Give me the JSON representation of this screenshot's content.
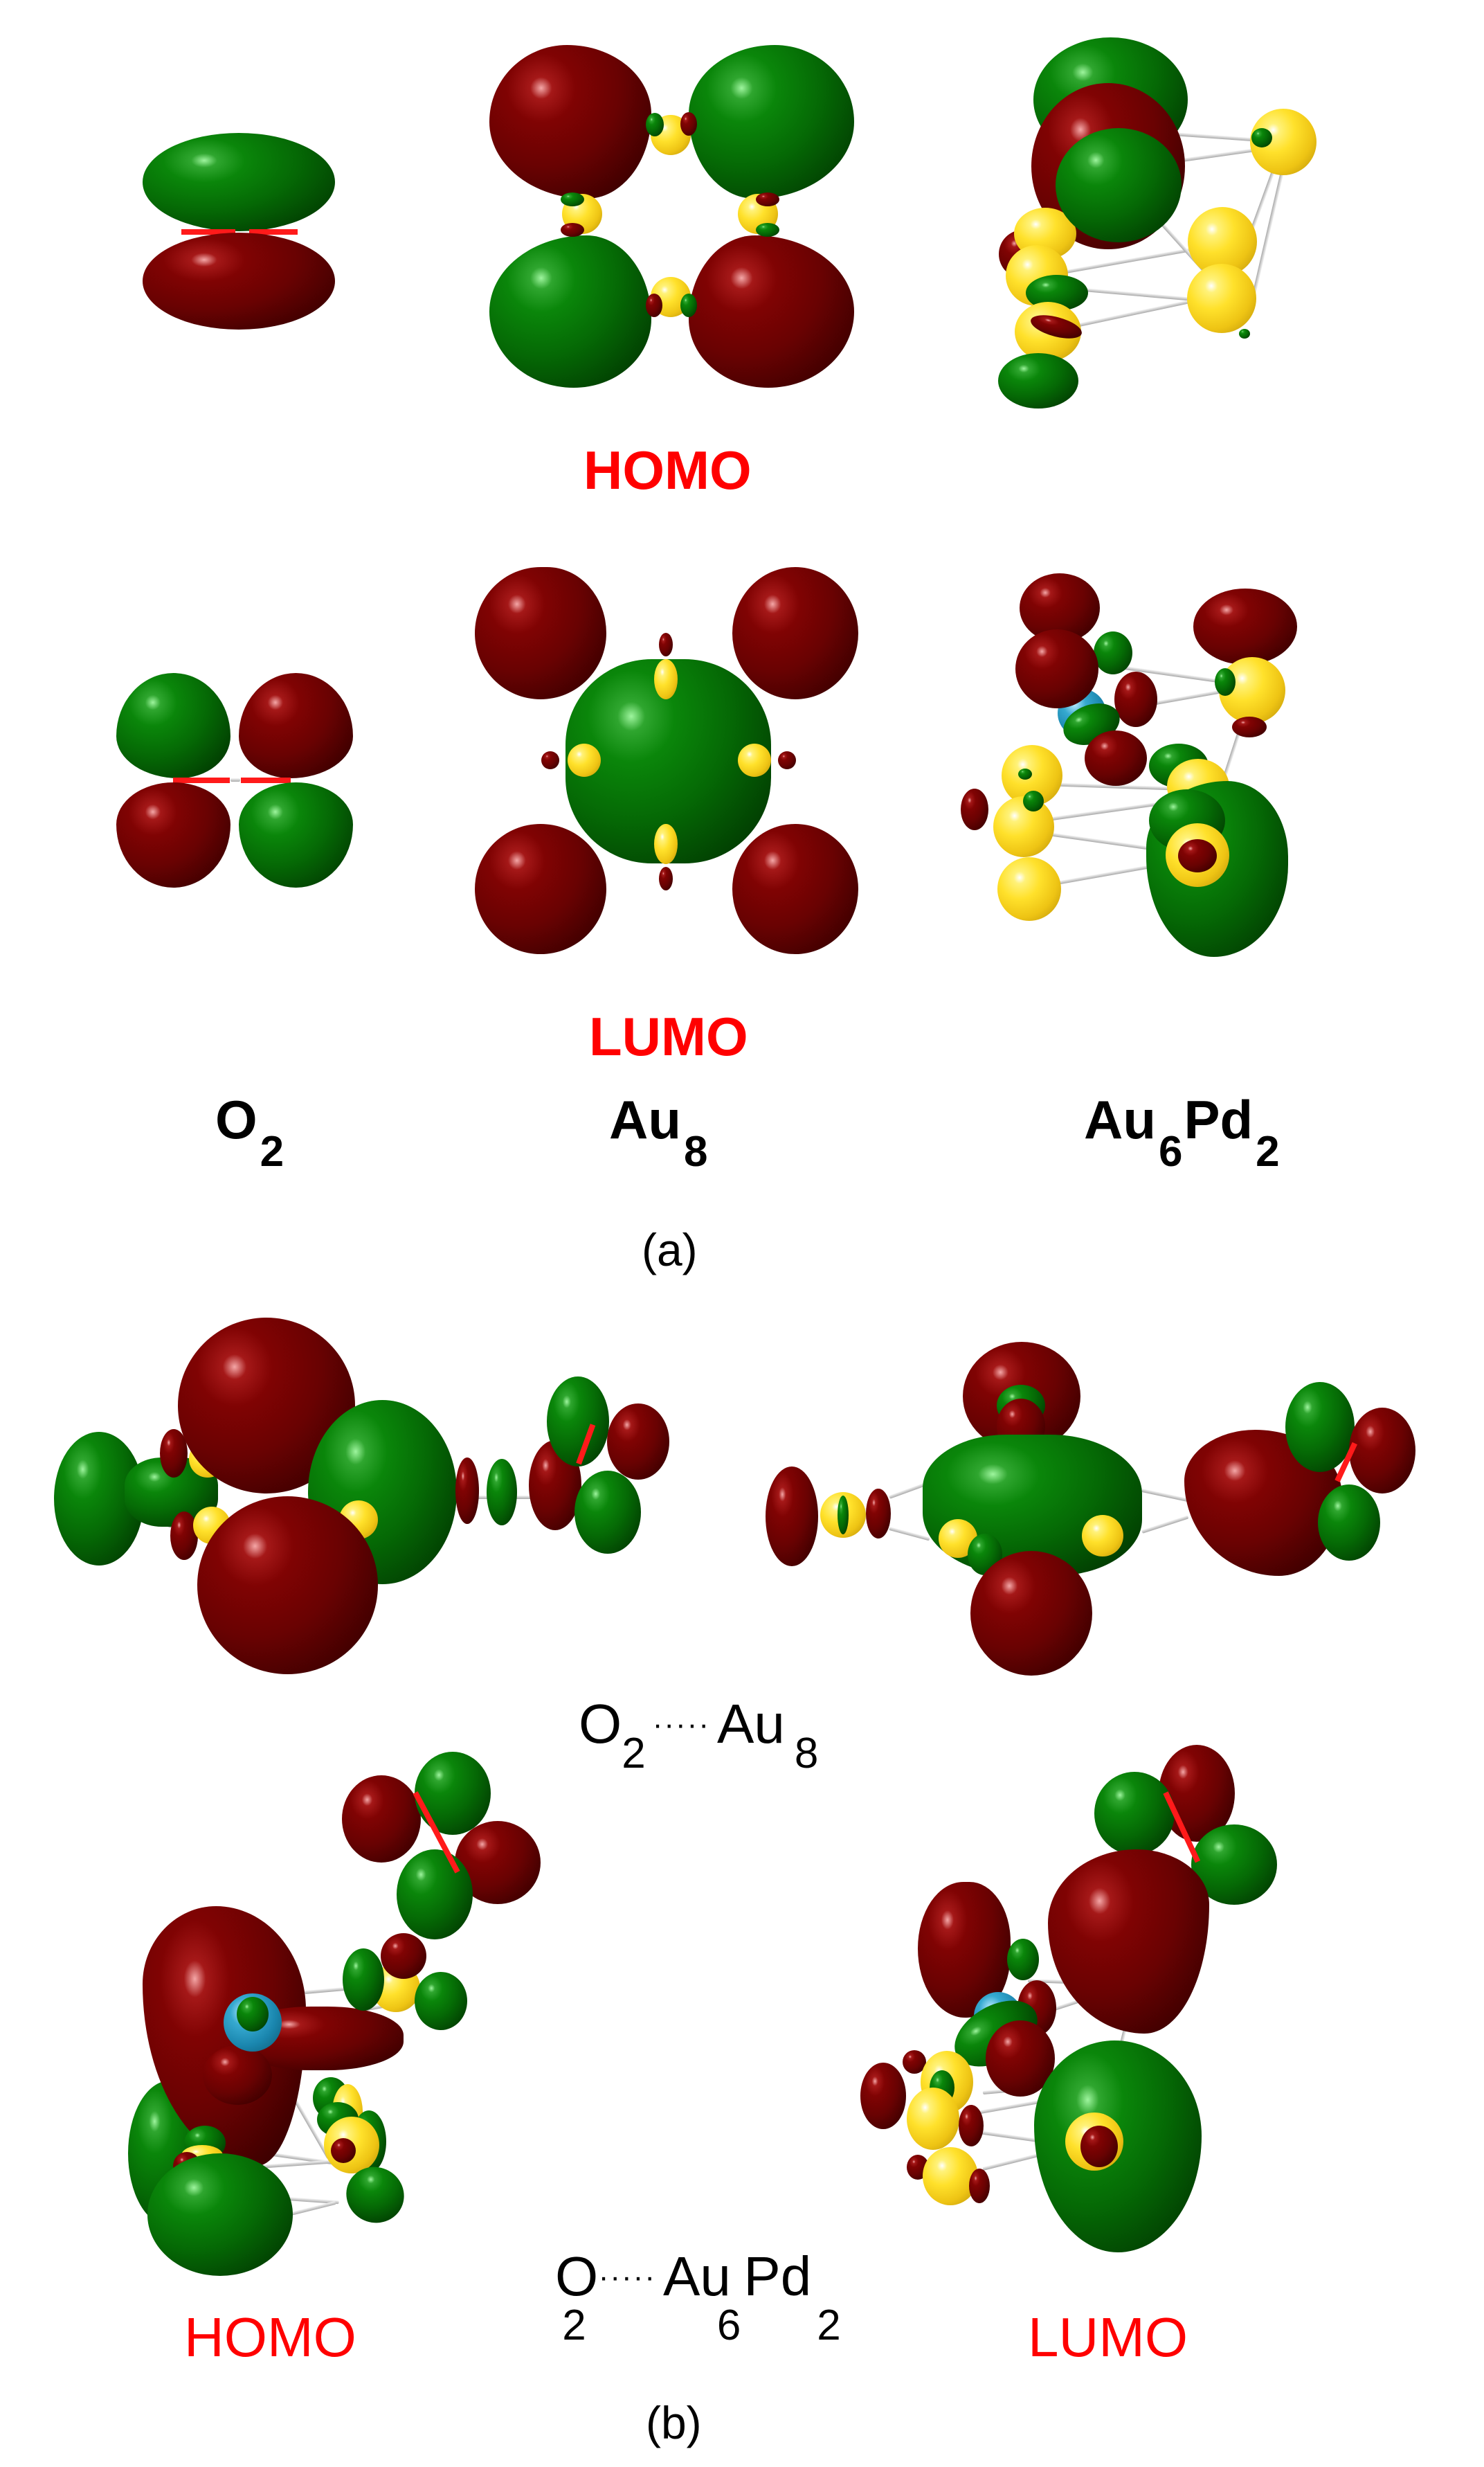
{
  "figure": {
    "panel_a": {
      "row_labels": {
        "homo": "HOMO",
        "lumo": "LUMO"
      },
      "columns": [
        {
          "id": "o2",
          "formula_main": "O",
          "formula_sub": "2"
        },
        {
          "id": "au8",
          "formula_main": "Au",
          "formula_sub": "8"
        },
        {
          "id": "au6pd2",
          "formula_main_1": "Au",
          "formula_sub_1": "6",
          "formula_main_2": "Pd",
          "formula_sub_2": "2"
        }
      ],
      "caption": "(a)"
    },
    "panel_b": {
      "complex_1": {
        "left": "O",
        "left_sub": "2",
        "dots": "·····",
        "right": "Au",
        "right_sub": "8"
      },
      "complex_2": {
        "left": "O",
        "left_sub": "2",
        "dots": "·····",
        "right_1": "Au",
        "right_sub_1": "6",
        "right_2": "Pd",
        "right_sub_2": "2"
      },
      "column_labels": {
        "left": "HOMO",
        "right": "LUMO"
      },
      "caption": "(b)"
    },
    "colors": {
      "positive_lobe": "#056905",
      "negative_lobe": "#690202",
      "gold_atom": "#ffe12b",
      "palladium_atom": "#1a86ae",
      "oxygen_bond": "#ff1a1a",
      "orbital_label": "#ff0000",
      "text": "#000000",
      "background": "#ffffff"
    }
  }
}
